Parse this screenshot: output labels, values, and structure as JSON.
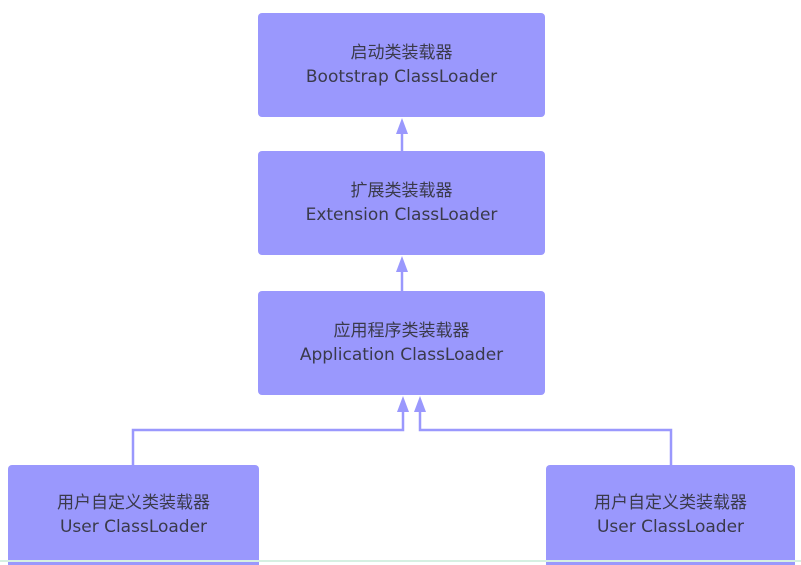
{
  "diagram": {
    "title": "ClassLoader hierarchy",
    "colors": {
      "box": "#9a98fd",
      "line": "#9a98fd",
      "text": "#3a3a4a"
    },
    "nodes": [
      {
        "id": "bootstrap",
        "cn": "启动类装载器",
        "en": "Bootstrap ClassLoader"
      },
      {
        "id": "extension",
        "cn": "扩展类装载器",
        "en": "Extension ClassLoader"
      },
      {
        "id": "application",
        "cn": "应用程序类装载器",
        "en": "Application ClassLoader"
      },
      {
        "id": "user1",
        "cn": "用户自定义类装载器",
        "en": "User ClassLoader"
      },
      {
        "id": "user2",
        "cn": "用户自定义类装载器",
        "en": "User ClassLoader"
      }
    ],
    "edges": [
      {
        "from": "extension",
        "to": "bootstrap"
      },
      {
        "from": "application",
        "to": "extension"
      },
      {
        "from": "user1",
        "to": "application"
      },
      {
        "from": "user2",
        "to": "application"
      }
    ]
  }
}
